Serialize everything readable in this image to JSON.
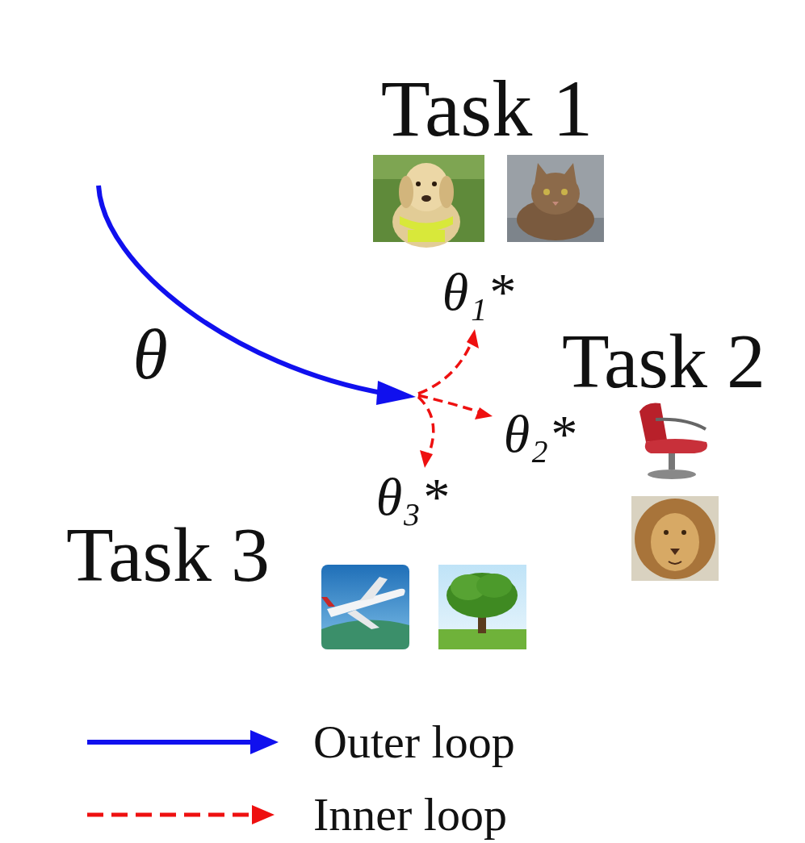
{
  "diagram": {
    "labels": [
      "Task 1",
      "θ₁*",
      "Task 2",
      "θ₂*",
      "θ₃*",
      "Task 3",
      "θ"
    ],
    "legend": [
      {
        "text": "Outer loop"
      },
      {
        "text": "Inner loop"
      }
    ]
  }
}
